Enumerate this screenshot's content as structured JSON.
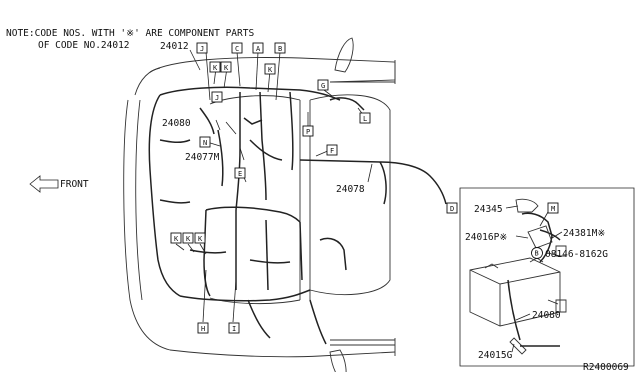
{
  "note": {
    "line1": "NOTE:CODE NOS. WITH '※' ARE COMPONENT PARTS",
    "line2": "OF CODE NO.24012"
  },
  "front_label": "FRONT",
  "part_numbers": {
    "p24012": "24012",
    "p24080_top": "24080",
    "p24077M": "24077M",
    "p24078": "24078",
    "p24345": "24345",
    "p24016P": "24016P※",
    "p24381M": "24381M※",
    "p08146": "08146-8162G",
    "p24080_bottom": "24080",
    "p24015G": "24015G"
  },
  "letters": {
    "J1": "J",
    "C": "C",
    "A": "A",
    "B": "B",
    "K1": "K",
    "K2": "K",
    "K3": "K",
    "G": "G",
    "L": "L",
    "P": "P",
    "F": "F",
    "J2": "J",
    "N": "N",
    "E": "E",
    "D": "D",
    "M": "M",
    "K4": "K",
    "K5": "K",
    "K6": "K",
    "H": "H",
    "I": "I",
    "B_circle": "B"
  },
  "diagram_id": "R2400069"
}
